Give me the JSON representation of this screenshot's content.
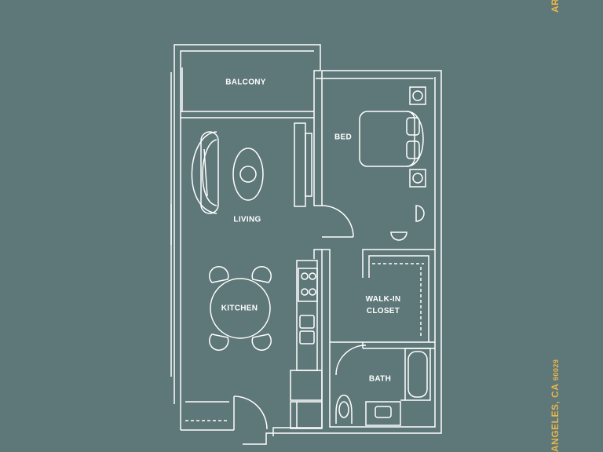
{
  "rooms": {
    "balcony": "BALCONY",
    "bed": "BED",
    "living": "LIVING",
    "kitchen": "KITCHEN",
    "closet": "WALK-IN\nCLOSET",
    "bath": "BATH"
  },
  "edge_text": {
    "top_right": "AR",
    "address_main": "ANGELES, CA",
    "address_zip": "90029"
  },
  "colors": {
    "background": "#5e7778",
    "lines": "#ffffff",
    "accent": "#e8b64a"
  }
}
